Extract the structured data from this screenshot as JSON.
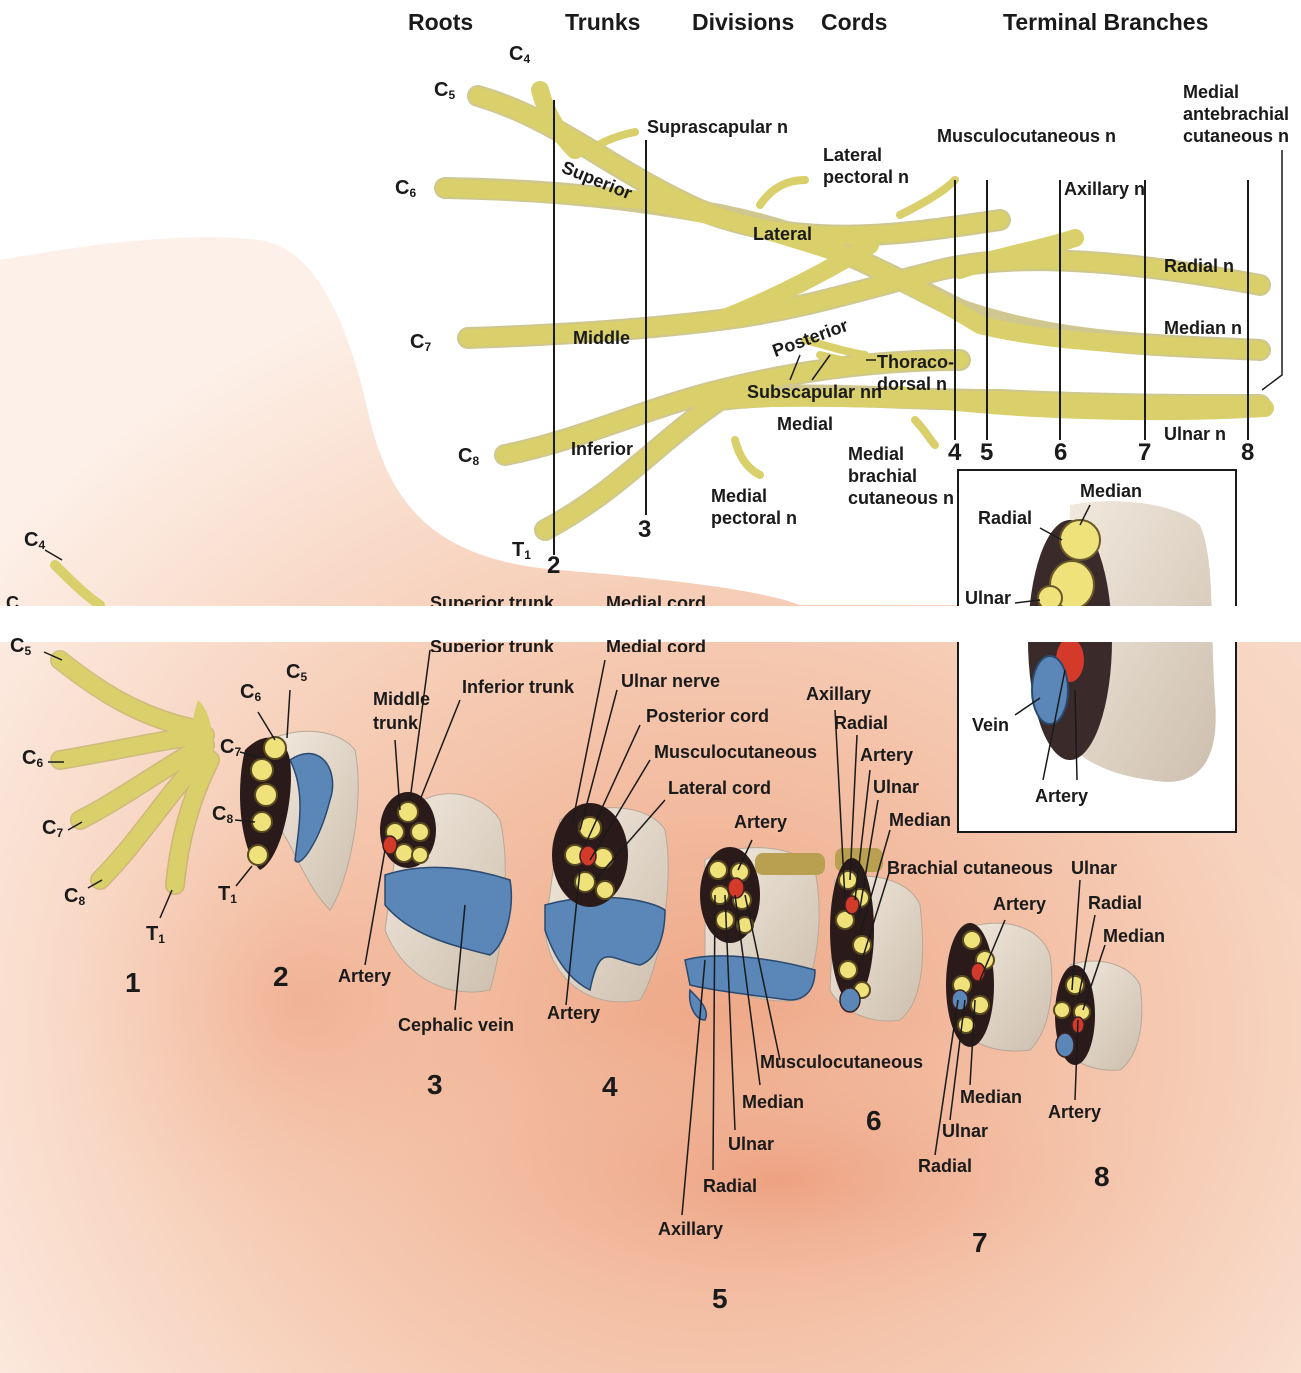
{
  "headers": {
    "roots": "Roots",
    "trunks": "Trunks",
    "divisions": "Divisions",
    "cords": "Cords",
    "terminal": "Terminal Branches"
  },
  "roots": {
    "c4": {
      "main": "C",
      "sub": "4"
    },
    "c5": {
      "main": "C",
      "sub": "5"
    },
    "c6": {
      "main": "C",
      "sub": "6"
    },
    "c7": {
      "main": "C",
      "sub": "7"
    },
    "c8": {
      "main": "C",
      "sub": "8"
    },
    "t1": {
      "main": "T",
      "sub": "1"
    }
  },
  "plexus_labels": {
    "suprascapular": "Suprascapular n",
    "superior": "Superior",
    "lateral_pectoral_1": "Lateral",
    "lateral_pectoral_2": "pectoral n",
    "musculocutaneous": "Musculocutaneous n",
    "medial_antebrachial_1": "Medial",
    "medial_antebrachial_2": "antebrachial",
    "medial_antebrachial_3": "cutaneous n",
    "axillary": "Axillary n",
    "lateral": "Lateral",
    "radial": "Radial n",
    "middle": "Middle",
    "posterior": "Posterior",
    "median": "Median n",
    "thoraco_1": "Thoraco-",
    "thoraco_2": "dorsal n",
    "subscapular": "Subscapular nn",
    "inferior": "Inferior",
    "medial": "Medial",
    "ulnar": "Ulnar n",
    "medial_brachial_1": "Medial",
    "medial_brachial_2": "brachial",
    "medial_brachial_3": "cutaneous n",
    "medial_pectoral_1": "Medial",
    "medial_pectoral_2": "pectoral n"
  },
  "section_numbers": {
    "s2": "2",
    "s3": "3",
    "s4": "4",
    "s5": "5",
    "s6": "6",
    "s7": "7",
    "s8": "8"
  },
  "inset": {
    "median": "Median",
    "radial": "Radial",
    "ulnar": "Ulnar",
    "vein": "Vein",
    "artery": "Artery"
  },
  "cut_text": {
    "c_left": "C",
    "superior_trunk": "Superior trunk",
    "medial_cord": "Medial cord"
  },
  "bottom": {
    "c5": {
      "main": "C",
      "sub": "5"
    },
    "c6": {
      "main": "C",
      "sub": "6"
    },
    "c7": {
      "main": "C",
      "sub": "7"
    },
    "c8": {
      "main": "C",
      "sub": "8"
    },
    "t1": {
      "main": "T",
      "sub": "1"
    },
    "n1": "1",
    "n2": "2",
    "n3": "3",
    "n4": "4",
    "n5": "5",
    "n6": "6",
    "n7": "7",
    "n8": "8",
    "s2_c6": {
      "main": "C",
      "sub": "6"
    },
    "s2_c5": {
      "main": "C",
      "sub": "5"
    },
    "s2_c7": {
      "main": "C",
      "sub": "7"
    },
    "s2_c8": {
      "main": "C",
      "sub": "8"
    },
    "s2_t1": {
      "main": "T",
      "sub": "1"
    },
    "superior_trunk": "Superior trunk",
    "middle_trunk_1": "Middle",
    "middle_trunk_2": "trunk",
    "inferior_trunk": "Inferior trunk",
    "artery_3": "Artery",
    "cephalic_vein": "Cephalic vein",
    "medial_cord": "Medial cord",
    "ulnar_nerve": "Ulnar nerve",
    "posterior_cord": "Posterior cord",
    "musculocutaneous_4": "Musculocutaneous",
    "lateral_cord": "Lateral cord",
    "artery_4": "Artery",
    "artery_5": "Artery",
    "musculocutaneous_5": "Musculocutaneous",
    "median_5": "Median",
    "ulnar_5": "Ulnar",
    "radial_5": "Radial",
    "axillary_5": "Axillary",
    "axillary_6": "Axillary",
    "radial_6": "Radial",
    "artery_6": "Artery",
    "ulnar_6": "Ulnar",
    "median_6": "Median",
    "brachial_cutaneous": "Brachial cutaneous",
    "artery_7": "Artery",
    "median_7": "Median",
    "ulnar_7": "Ulnar",
    "radial_7": "Radial",
    "ulnar_8": "Ulnar",
    "radial_8": "Radial",
    "median_8": "Median",
    "artery_8": "Artery"
  },
  "colors": {
    "nerve": "#d8cf6a",
    "nerve_dark": "#a89a35",
    "skin": "#f2b89a",
    "tissue": "#e8dccd",
    "vein": "#5a86b8",
    "artery": "#d33a2a",
    "nerve_cs": "#f0e27a"
  }
}
